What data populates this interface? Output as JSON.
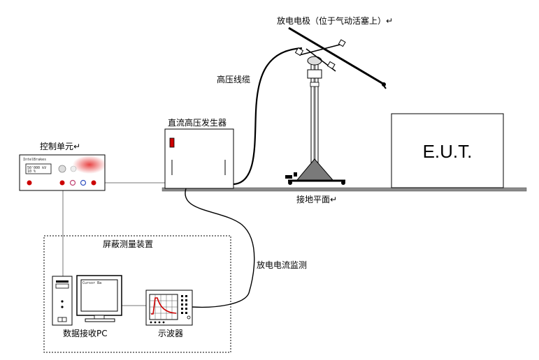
{
  "labels": {
    "discharge_electrode": "放电电极（位于气动活塞上）↵",
    "hv_cable": "高压线缆",
    "dc_hv_generator": "直流高压发生器",
    "control_unit": "控制单元↵",
    "ground_plane": "接地平面↵",
    "eut": "E.U.T.",
    "shielded_enclosure": "屏蔽测量装置",
    "discharge_current_monitor": "放电电流监测",
    "data_pc": "数据接收PC",
    "oscilloscope": "示波器"
  },
  "control_panel": {
    "brand": "IntelBrakes",
    "display_line1": "50'000 kV",
    "display_line2": "10 %"
  },
  "pc_screen": {
    "text": "Cursor Ba"
  },
  "colors": {
    "stroke": "#000000",
    "ground_plane": "#8a8a8a",
    "accent_red": "#cc0000",
    "stand_gray": "#7a7a7a"
  }
}
